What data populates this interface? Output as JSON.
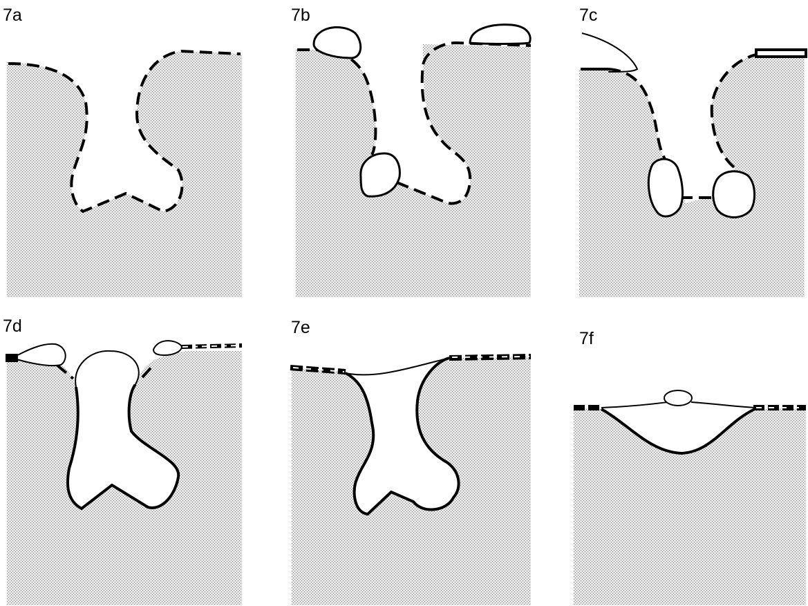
{
  "figure": {
    "panels": [
      {
        "id": "7a",
        "label": "7a"
      },
      {
        "id": "7b",
        "label": "7b"
      },
      {
        "id": "7c",
        "label": "7c"
      },
      {
        "id": "7d",
        "label": "7d"
      },
      {
        "id": "7e",
        "label": "7e"
      },
      {
        "id": "7f",
        "label": "7f"
      }
    ]
  }
}
